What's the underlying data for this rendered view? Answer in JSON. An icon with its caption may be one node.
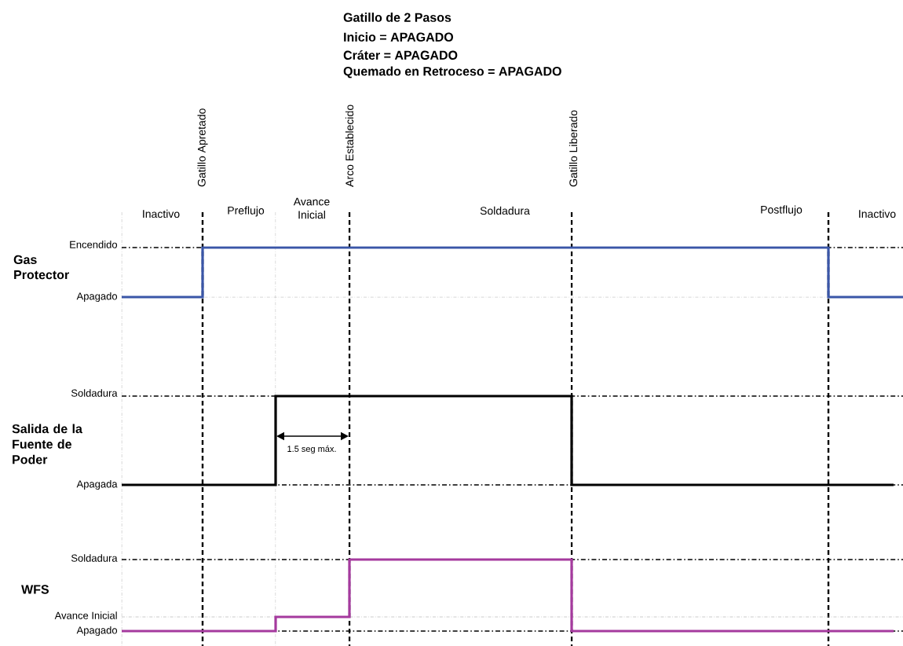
{
  "diagram": {
    "title": "Gatillo de 2 Pasos",
    "labels": [
      "Inicio = APAGADO",
      "Cráter = APAGADO",
      "Quemado en Retroceso = APAGADO",
      "Gatillo Apretado",
      "Arco Establecido",
      "Gatillo Liberado",
      "Inactivo",
      "Preflujo",
      "Avance Inicial",
      "Soldadura",
      "Postflujo",
      "Inactivo",
      "Encendido",
      "Gas Protector",
      "Apagado",
      "Soldadura",
      "Salida de la Fuente de Poder",
      "1.5 seg máx.",
      "Apagada",
      "Soldadura",
      "WFS",
      "Avance Inicial",
      "Apagado"
    ]
  }
}
